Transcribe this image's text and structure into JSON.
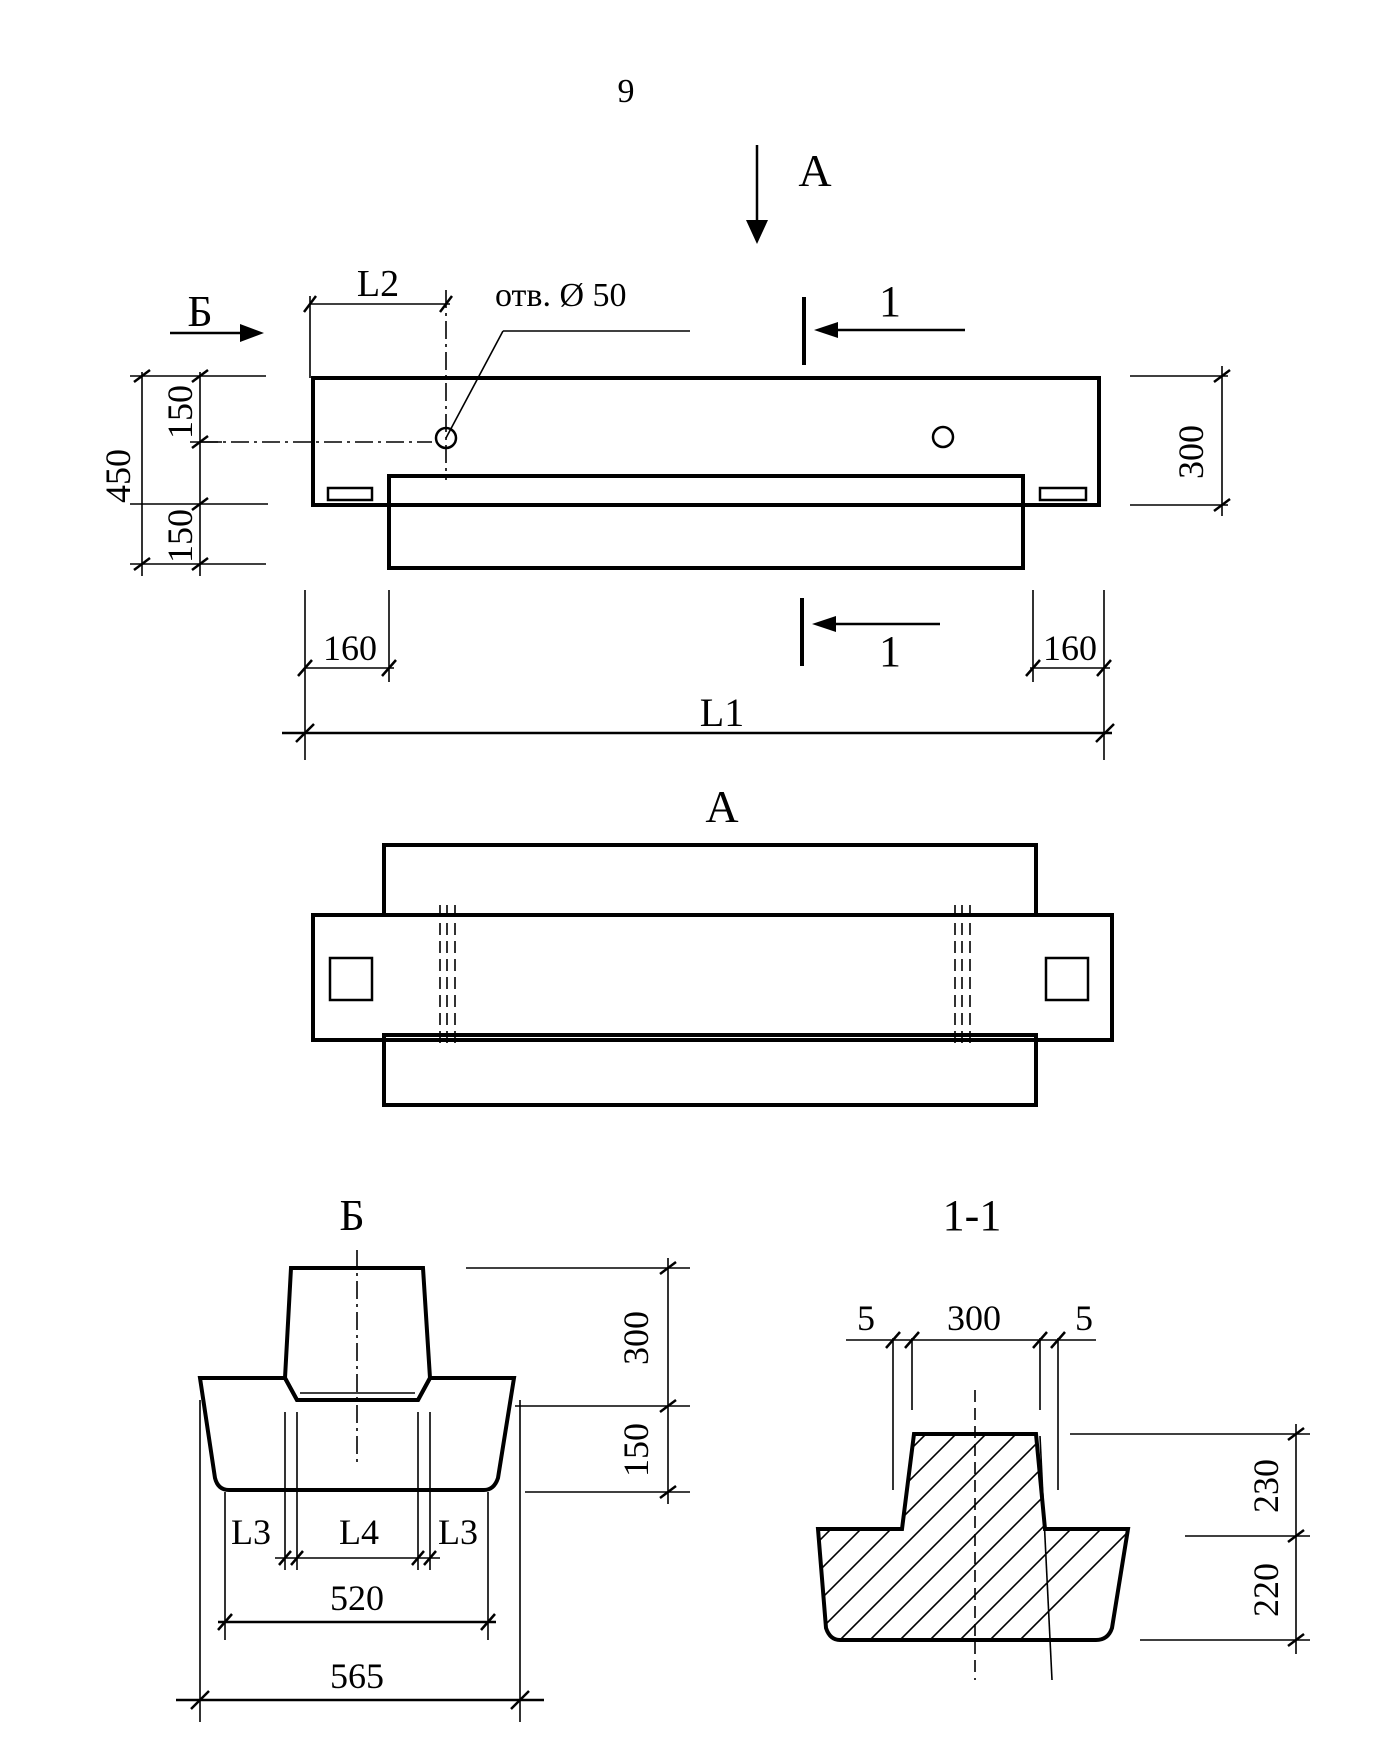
{
  "page_number": "9",
  "labels": {
    "view_a": "А",
    "view_b": "Б",
    "section_1": "1",
    "section_1_1": "1-1",
    "hole_note": "отв. Ø 50",
    "l1": "L1",
    "l2": "L2",
    "l3": "L3",
    "l4": "L4"
  },
  "dimensions": {
    "main_450": "450",
    "main_150_top": "150",
    "main_150_bottom": "150",
    "main_300": "300",
    "main_160_left": "160",
    "main_160_right": "160",
    "b_300": "300",
    "b_150": "150",
    "b_520": "520",
    "b_565": "565",
    "s_5_left": "5",
    "s_300": "300",
    "s_5_right": "5",
    "s_230": "230",
    "s_220": "220"
  }
}
